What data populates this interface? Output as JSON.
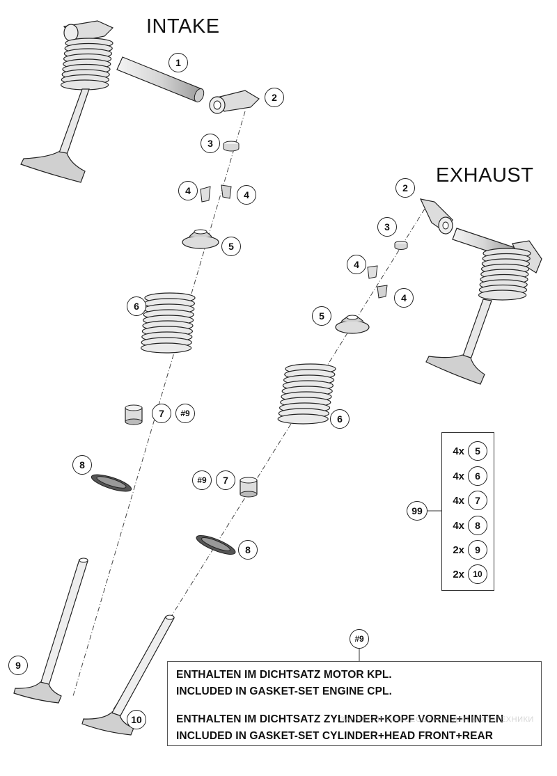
{
  "titles": {
    "intake": "INTAKE",
    "exhaust": "EXHAUST"
  },
  "callouts": {
    "intake": {
      "p1": "1",
      "p2": "2",
      "p3": "3",
      "p4a": "4",
      "p4b": "4",
      "p5": "5",
      "p6": "6",
      "p7": "7",
      "p9ref": "#9",
      "p8": "8",
      "p9": "9"
    },
    "exhaust": {
      "p2": "2",
      "p3": "3",
      "p4a": "4",
      "p4b": "4",
      "p5": "5",
      "p6": "6",
      "p9ref": "#9",
      "p7": "7",
      "p8": "8",
      "p10": "10"
    },
    "kit": "99",
    "note_ref": "#9"
  },
  "kit_table": [
    {
      "qty": "4x",
      "part": "5"
    },
    {
      "qty": "4x",
      "part": "6"
    },
    {
      "qty": "4x",
      "part": "7"
    },
    {
      "qty": "4x",
      "part": "8"
    },
    {
      "qty": "2x",
      "part": "9"
    },
    {
      "qty": "2x",
      "part": "10"
    }
  ],
  "note": {
    "line1": "ENTHALTEN IM DICHTSATZ MOTOR KPL.",
    "line2": "INCLUDED IN GASKET-SET ENGINE CPL.",
    "line3": "ENTHALTEN IM DICHTSATZ ZYLINDER+KOPF VORNE+HINTEN",
    "line4": "INCLUDED IN GASKET-SET CYLINDER+HEAD FRONT+REAR"
  },
  "watermark": "ЗАПЧАСТИ И АКСЕССУАРЫ ДЛЯ МОТОТЕХНИКИ"
}
